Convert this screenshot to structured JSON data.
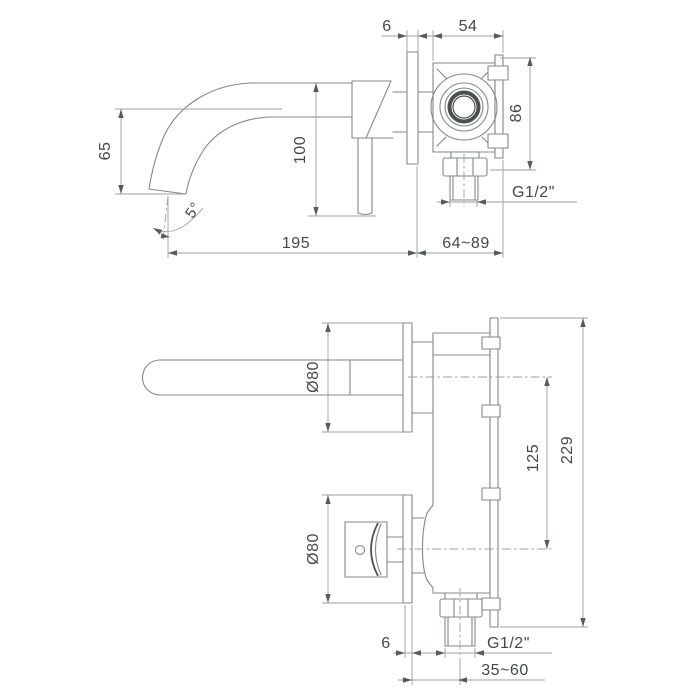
{
  "drawing": {
    "type": "technical-dimension-drawing",
    "subject": "wall-mounted basin mixer tap, side view and front/section view",
    "colors": {
      "line": "#82888a",
      "dim_line": "#9aa0a2",
      "text": "#43494b",
      "background": "#ffffff"
    }
  },
  "dims": {
    "top": {
      "plate_thickness": "6",
      "body_width": "54",
      "body_height": "86",
      "spout_height": "65",
      "handle_height": "100",
      "spout_angle": "5°",
      "spout_reach": "195",
      "install_depth": "64~89",
      "thread": "G1/2\""
    },
    "front": {
      "spout_escutcheon": "Ø80",
      "handle_escutcheon": "Ø80",
      "center_distance": "125",
      "bracket_height": "229",
      "plate_thickness": "6",
      "thread": "G1/2\"",
      "install_depth": "35~60"
    }
  }
}
